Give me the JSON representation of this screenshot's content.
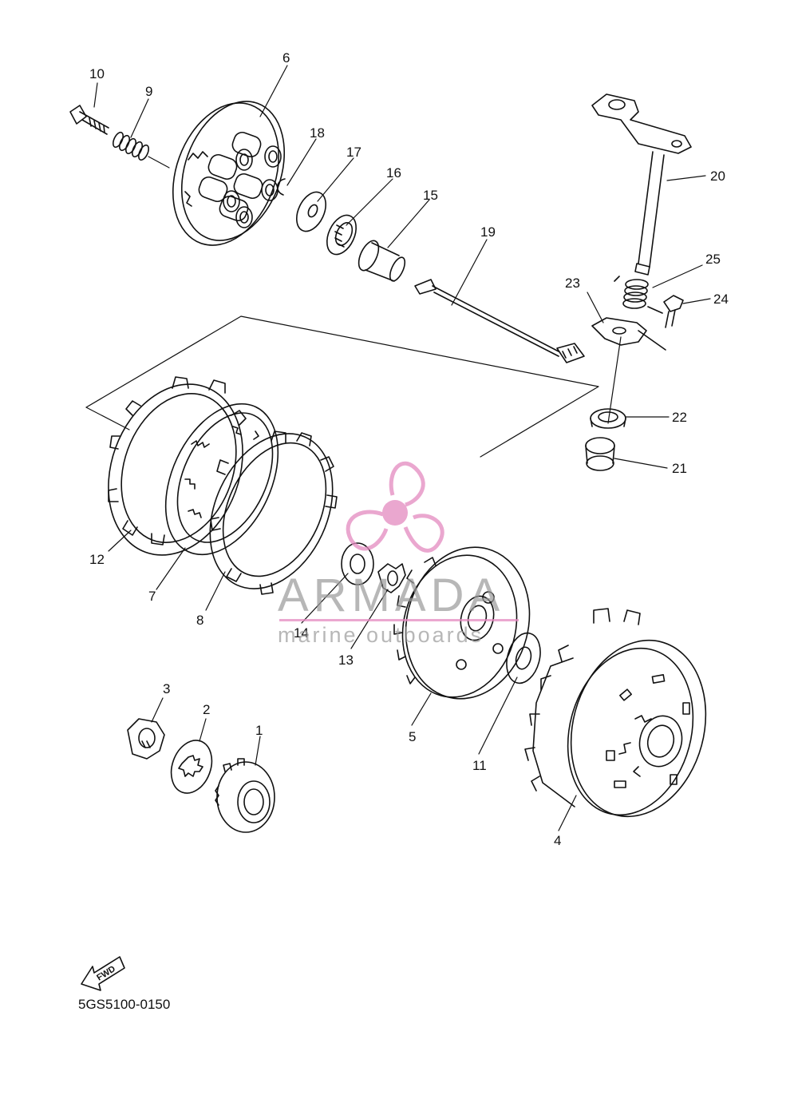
{
  "diagram_code": "5GS5100-0150",
  "fwd_label": "FWD",
  "watermark": {
    "brand": "ARMADA",
    "tagline": "marine outboards",
    "accent": "#e48ac0"
  },
  "parts": [
    {
      "id": "1",
      "label": "1"
    },
    {
      "id": "2",
      "label": "2"
    },
    {
      "id": "3",
      "label": "3"
    },
    {
      "id": "4",
      "label": "4"
    },
    {
      "id": "5",
      "label": "5"
    },
    {
      "id": "6",
      "label": "6"
    },
    {
      "id": "7",
      "label": "7"
    },
    {
      "id": "8",
      "label": "8"
    },
    {
      "id": "9",
      "label": "9"
    },
    {
      "id": "10",
      "label": "10"
    },
    {
      "id": "11",
      "label": "11"
    },
    {
      "id": "12",
      "label": "12"
    },
    {
      "id": "13",
      "label": "13"
    },
    {
      "id": "14",
      "label": "14"
    },
    {
      "id": "15",
      "label": "15"
    },
    {
      "id": "16",
      "label": "16"
    },
    {
      "id": "17",
      "label": "17"
    },
    {
      "id": "18",
      "label": "18"
    },
    {
      "id": "19",
      "label": "19"
    },
    {
      "id": "20",
      "label": "20"
    },
    {
      "id": "21",
      "label": "21"
    },
    {
      "id": "22",
      "label": "22"
    },
    {
      "id": "23",
      "label": "23"
    },
    {
      "id": "24",
      "label": "24"
    },
    {
      "id": "25",
      "label": "25"
    }
  ]
}
